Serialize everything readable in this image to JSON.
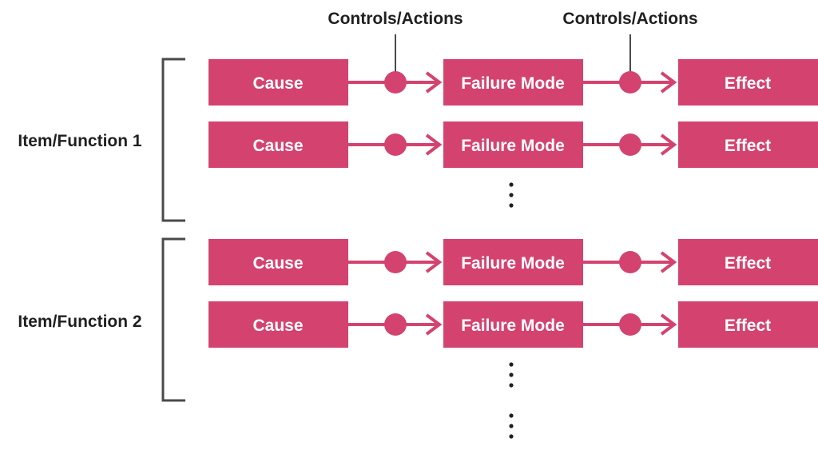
{
  "colors": {
    "box": "#D4436F",
    "connector": "#D4436F",
    "text_on_box": "#FFFFFF",
    "bracket": "#4A4A4A"
  },
  "top_labels": [
    "Controls/Actions",
    "Controls/Actions"
  ],
  "groups": [
    {
      "label": "Item/Function 1",
      "rows": [
        {
          "cause": "Cause",
          "failure_mode": "Failure Mode",
          "effect": "Effect"
        },
        {
          "cause": "Cause",
          "failure_mode": "Failure Mode",
          "effect": "Effect"
        }
      ],
      "has_more": true
    },
    {
      "label": "Item/Function 2",
      "rows": [
        {
          "cause": "Cause",
          "failure_mode": "Failure Mode",
          "effect": "Effect"
        },
        {
          "cause": "Cause",
          "failure_mode": "Failure Mode",
          "effect": "Effect"
        }
      ],
      "has_more": true
    }
  ],
  "more_groups": true
}
